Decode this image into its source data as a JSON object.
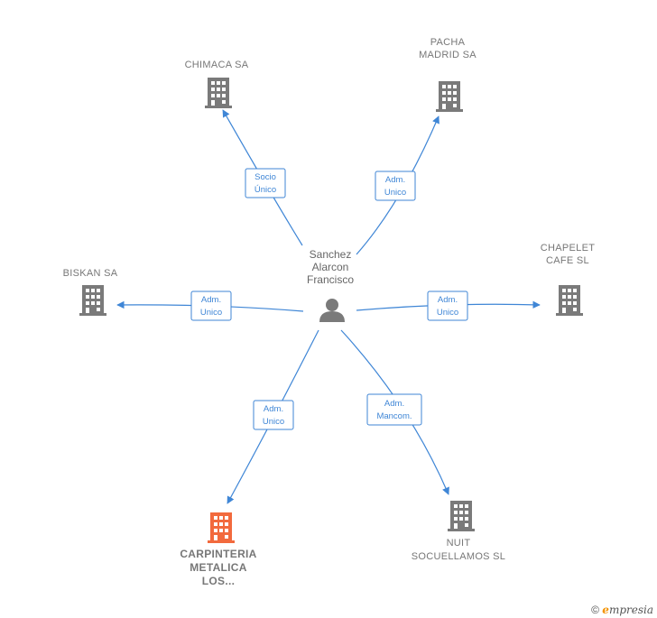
{
  "center": {
    "name_lines": [
      "Sanchez",
      "Alarcon",
      "Francisco"
    ],
    "icon": "person-icon"
  },
  "companies": [
    {
      "id": "chimaca",
      "label_lines": [
        "CHIMACA SA"
      ],
      "relation_lines": [
        "Socio",
        "Único"
      ],
      "highlight": false
    },
    {
      "id": "pacha",
      "label_lines": [
        "PACHA",
        "MADRID SA"
      ],
      "relation_lines": [
        "Adm.",
        "Unico"
      ],
      "highlight": false
    },
    {
      "id": "biskan",
      "label_lines": [
        "BISKAN SA"
      ],
      "relation_lines": [
        "Adm.",
        "Unico"
      ],
      "highlight": false
    },
    {
      "id": "chapelet",
      "label_lines": [
        "CHAPELET",
        "CAFE  SL"
      ],
      "relation_lines": [
        "Adm.",
        "Unico"
      ],
      "highlight": false
    },
    {
      "id": "carpinteria",
      "label_lines": [
        "CARPINTERIA",
        "METALICA",
        "LOS..."
      ],
      "relation_lines": [
        "Adm.",
        "Unico"
      ],
      "highlight": true
    },
    {
      "id": "nuit",
      "label_lines": [
        "NUIT",
        "SOCUELLAMOS SL"
      ],
      "relation_lines": [
        "Adm.",
        "Mancom."
      ],
      "highlight": false
    }
  ],
  "colors": {
    "edge": "#3f86d6",
    "building": "#7a7a7a",
    "building_highlight": "#f26a3d",
    "person": "#7a7a7a"
  },
  "footer": {
    "copyright": "©",
    "brand_initial": "e",
    "brand_rest": "mpresia"
  }
}
